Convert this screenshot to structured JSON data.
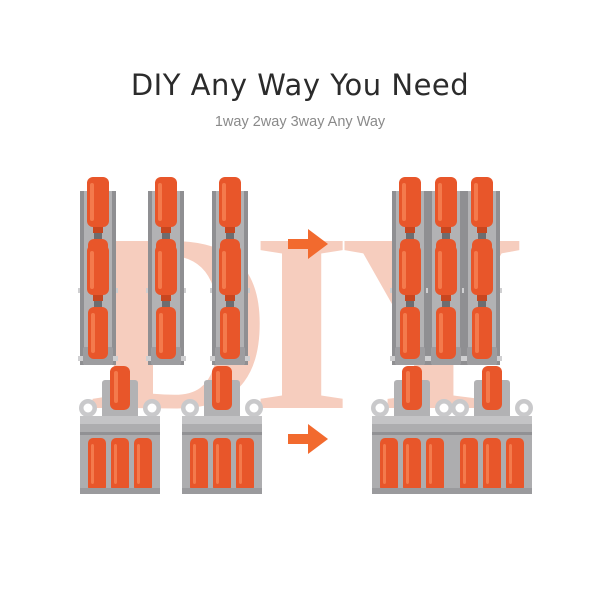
{
  "header": {
    "title": "DIY Any Way You Need",
    "subtitle": "1way 2way 3way Any Way"
  },
  "watermark": {
    "letter_d": "D",
    "letter_i": "I",
    "letter_y": "Y",
    "color": "#f6cdbe"
  },
  "colors": {
    "connector_orange": "#e8562a",
    "connector_gray": "#a9a9ab",
    "arrow": "#f26a2e"
  },
  "icons": {
    "arrow": "right-arrow-icon",
    "lever_connector": "lever-connector-icon",
    "splice_connector": "splice-connector-icon"
  }
}
